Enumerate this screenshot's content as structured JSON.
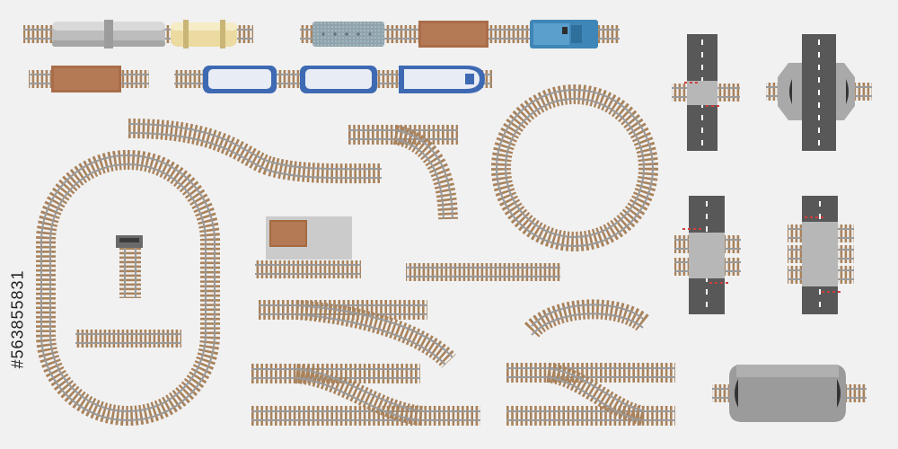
{
  "stock_id": "#563855831",
  "colors": {
    "background": "#f1f1f1",
    "rail": "#9a9a9a",
    "sleeper": "#a9825b",
    "road": "#585858",
    "road_line": "#ffffff",
    "crossing_plate": "#b7b7b7",
    "station_roof": "#a46b3f",
    "platform": "#cbcbcb"
  },
  "assets": {
    "wagons": [
      "tank-wagon-gray",
      "tank-wagon-yellow",
      "boxcar-brown",
      "passenger-car-blue",
      "locomotive-blue",
      "passenger-car-white"
    ],
    "tracks": [
      "straight-track",
      "curved-track",
      "switch-track",
      "oval-loop",
      "circle-loop",
      "buffer-stop"
    ],
    "crossings": [
      "road-bridge",
      "level-crossing",
      "tunnel"
    ],
    "buildings": [
      "station-building"
    ]
  }
}
